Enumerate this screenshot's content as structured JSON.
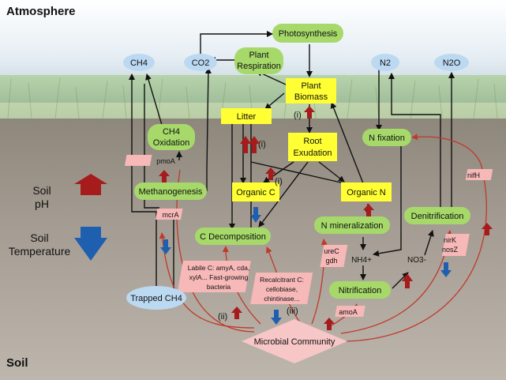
{
  "labels": {
    "atmosphere": "Atmosphere",
    "soil": "Soil"
  },
  "legend": {
    "ph_line1": "Soil",
    "ph_line2": "pH",
    "temp_line1": "Soil",
    "temp_line2": "Temperature"
  },
  "nodes": {
    "photosynthesis": "Photosynthesis",
    "plant_respiration": [
      "Plant",
      "Respiration"
    ],
    "plant_biomass": [
      "Plant",
      "Biomass"
    ],
    "litter": "Litter",
    "root_exudation": [
      "Root",
      "Exudation"
    ],
    "ch4_oxidation": [
      "CH4",
      "Oxidation"
    ],
    "methanogenesis": "Methanogenesis",
    "organic_c": "Organic C",
    "organic_n": "Organic N",
    "n_fixation": "N fixation",
    "c_decomposition": "C Decomposition",
    "n_mineralization": "N  mineralization",
    "denitrification": "Denitrification",
    "nitrification": "Nitrification",
    "microbial_community": "Microbial Community",
    "trapped_ch4": "Trapped CH4"
  },
  "gases": {
    "ch4": "CH4",
    "co2": "CO2",
    "n2": "N2",
    "n2o": "N2O"
  },
  "ions": {
    "nh4": "NH4+",
    "no3": "NO3-"
  },
  "genes": {
    "pmoa": "pmoA",
    "mcra": "mcrA",
    "nifh": "nifH",
    "urec_gdh": [
      "ureC",
      "gdh"
    ],
    "nirk_nosz": [
      "nirK",
      "nosZ"
    ],
    "amoa": "amoA",
    "labile": [
      "Labile C: amyA, cda,",
      "xylA... Fast-growing",
      "bacteria"
    ],
    "recalcitrant": [
      "Recalcitrant C:",
      "cellobiase,",
      "chintinase..."
    ]
  },
  "annotations": {
    "i_biomass": "(i)",
    "i_litter": "(i)",
    "i_root": "(i)",
    "ii": "(ii)",
    "iii": "(iii)"
  },
  "colors": {
    "green_node": "#a6d96a",
    "yellow_node": "#ffff33",
    "blue_gas": "#bcd9f2",
    "pink_gene": "#f7b8b8",
    "microbial": "#f7c6c6",
    "red_arrow": "#a61b1b",
    "blue_arrow": "#1f5fb0",
    "red_line": "#c0392b",
    "black_line": "#111111"
  }
}
